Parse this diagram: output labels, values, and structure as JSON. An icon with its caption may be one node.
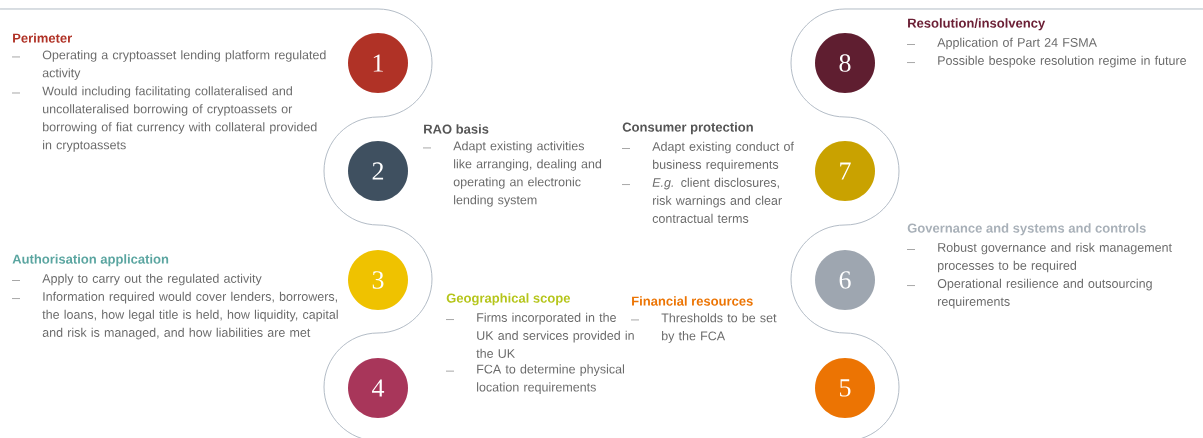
{
  "diagram": {
    "nodes": [
      {
        "text": [
          "1"
        ],
        "beside": [
          "Perimeter",
          "Operating a cryptoasset lending platform regulated activity",
          "Would including facilitating collateralised and uncollateralised borrowing of cryptoassets or borrowing of fiat currency with collateral provided in cryptoassets"
        ]
      },
      {
        "text": [
          "2"
        ],
        "beside": [
          "RAO basis",
          "Adapt existing activities like arranging, dealing and operating an electronic lending system"
        ]
      },
      {
        "text": [
          "3"
        ],
        "beside": [
          "Authorisation application",
          "Apply to carry out the regulated activity",
          "Information required would cover lenders, borrowers, the loans, how legal title is held, how liquidity, capital and risk is managed, and how liabilities are met"
        ]
      },
      {
        "text": [
          "4"
        ],
        "beside": [
          "Geographical scope",
          "Firms incorporated in the UK and services provided in the UK",
          "FCA to determine physical location requirements"
        ]
      },
      {
        "text": [
          "5"
        ],
        "beside": [
          "Financial resources",
          "Thresholds to be set by the FCA"
        ]
      },
      {
        "text": [
          "6"
        ],
        "beside": [
          "Governance and systems and controls",
          "Robust governance and risk management processes to be required",
          "Operational resilience and outsourcing requirements"
        ]
      },
      {
        "text": [
          "7"
        ],
        "beside": [
          "Consumer protection",
          "Adapt existing conduct of business requirements",
          "*E.g.* client disclosures, risk warnings and clear contractual terms"
        ]
      },
      {
        "text": [
          "8"
        ],
        "beside": [
          "Resolution/insolvency",
          "Application of Part 24 FSMA",
          "Possible bespoke resolution regime in future"
        ]
      }
    ]
  }
}
